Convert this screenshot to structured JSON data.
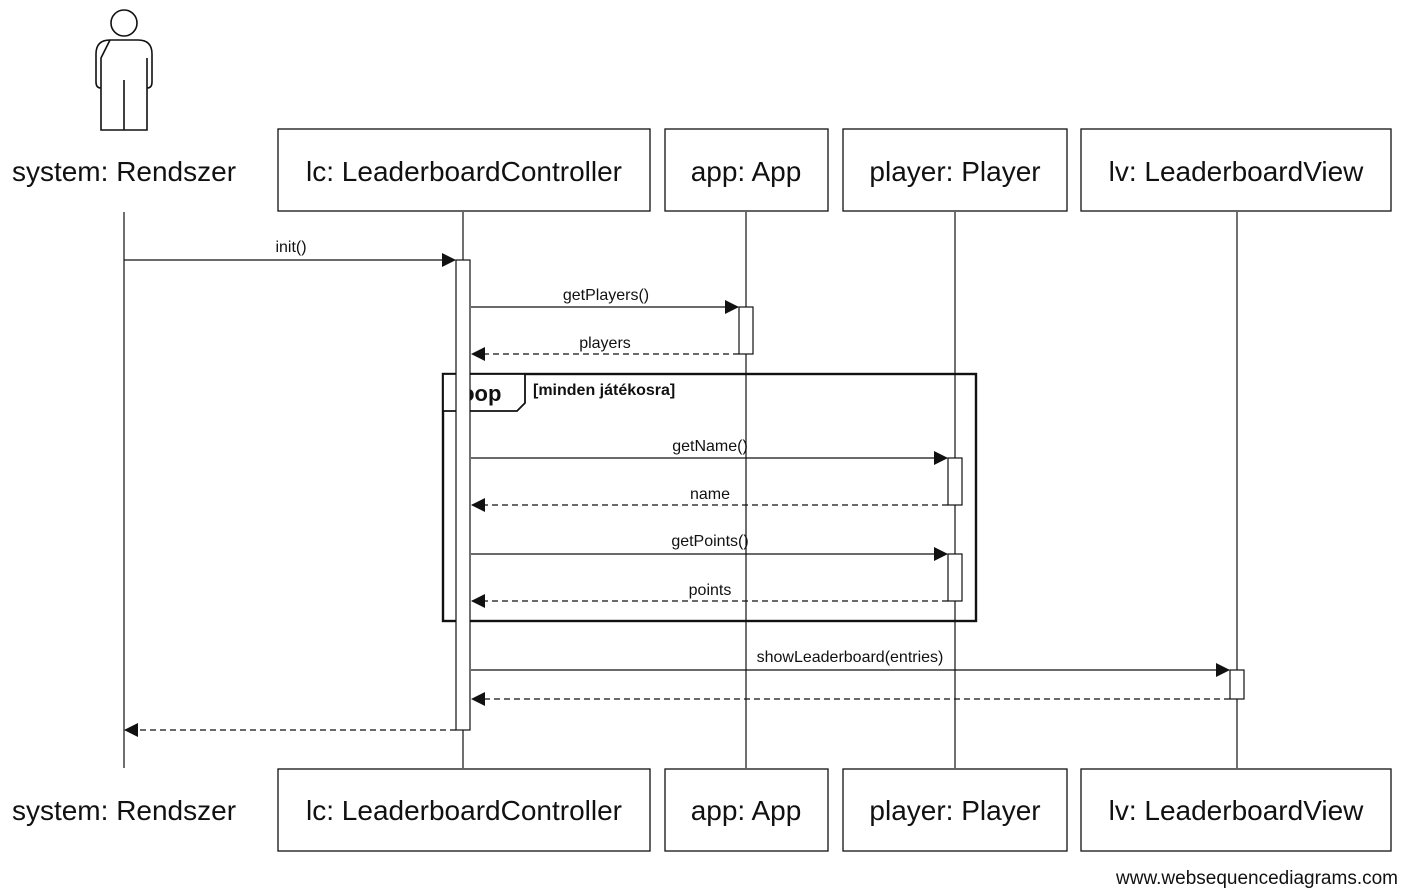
{
  "participants": [
    {
      "id": "system",
      "label": "system: Rendszer",
      "actor": true
    },
    {
      "id": "lc",
      "label": "lc: LeaderboardController",
      "actor": false
    },
    {
      "id": "app",
      "label": "app: App",
      "actor": false
    },
    {
      "id": "player",
      "label": "player: Player",
      "actor": false
    },
    {
      "id": "lv",
      "label": "lv: LeaderboardView",
      "actor": false
    }
  ],
  "messages": [
    {
      "from": "system",
      "to": "lc",
      "label": "init()",
      "kind": "call"
    },
    {
      "from": "lc",
      "to": "app",
      "label": "getPlayers()",
      "kind": "call"
    },
    {
      "from": "app",
      "to": "lc",
      "label": "players",
      "kind": "return"
    },
    {
      "from": "lc",
      "to": "player",
      "label": "getName()",
      "kind": "call"
    },
    {
      "from": "player",
      "to": "lc",
      "label": "name",
      "kind": "return"
    },
    {
      "from": "lc",
      "to": "player",
      "label": "getPoints()",
      "kind": "call"
    },
    {
      "from": "player",
      "to": "lc",
      "label": "points",
      "kind": "return"
    },
    {
      "from": "lc",
      "to": "lv",
      "label": "showLeaderboard(entries)",
      "kind": "call"
    },
    {
      "from": "lv",
      "to": "lc",
      "label": "",
      "kind": "return"
    },
    {
      "from": "lc",
      "to": "system",
      "label": "",
      "kind": "return"
    }
  ],
  "frame": {
    "keyword": "loop",
    "condition": "[minden játékosra]"
  },
  "watermark": "www.websequencediagrams.com",
  "colors": {
    "line": "#111111",
    "background": "#ffffff"
  }
}
